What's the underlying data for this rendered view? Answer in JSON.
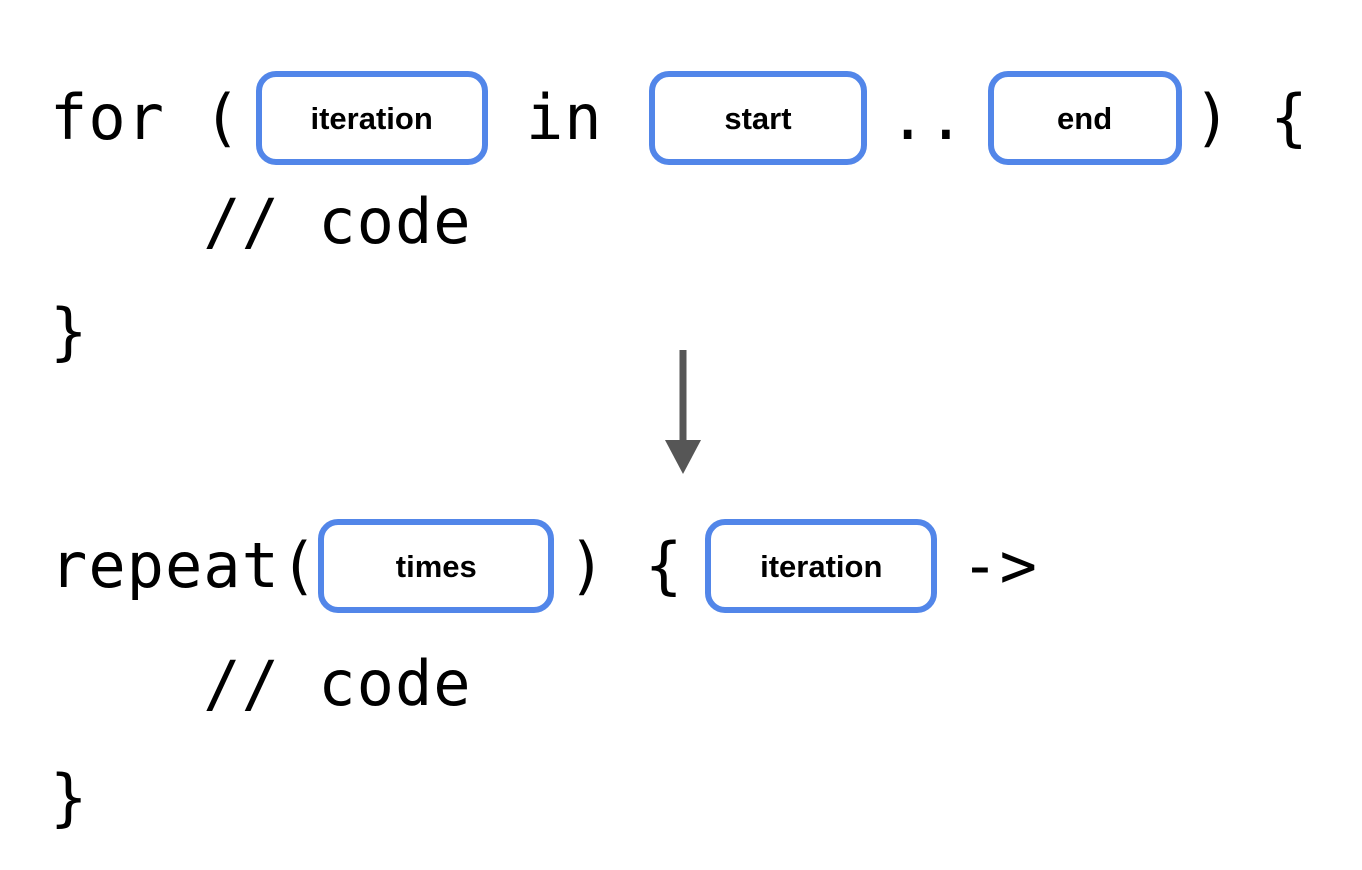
{
  "figure": {
    "title": "Kotlin for-loop to repeat conversion diagram",
    "background_color": "#ffffff",
    "code_color": "#000000",
    "slot_border_color": "#5286e9",
    "slot_fill_color": "#ffffff",
    "arrow_color": "#565656"
  },
  "before": {
    "line1": {
      "prefix": "for (",
      "slot_iteration": "iteration",
      "mid1": " in ",
      "slot_start": "start",
      "range_operator": "..",
      "slot_end": "end",
      "suffix": ") {"
    },
    "line2": "    // code",
    "line3": "}"
  },
  "arrow": {
    "direction": "down",
    "icon": "arrow-down-icon",
    "color": "#565656"
  },
  "after": {
    "line1": {
      "prefix": "repeat(",
      "slot_times": "times",
      "mid1": ") {",
      "slot_iteration": "iteration",
      "suffix": "->"
    },
    "line2": "    // code",
    "line3": "}"
  }
}
